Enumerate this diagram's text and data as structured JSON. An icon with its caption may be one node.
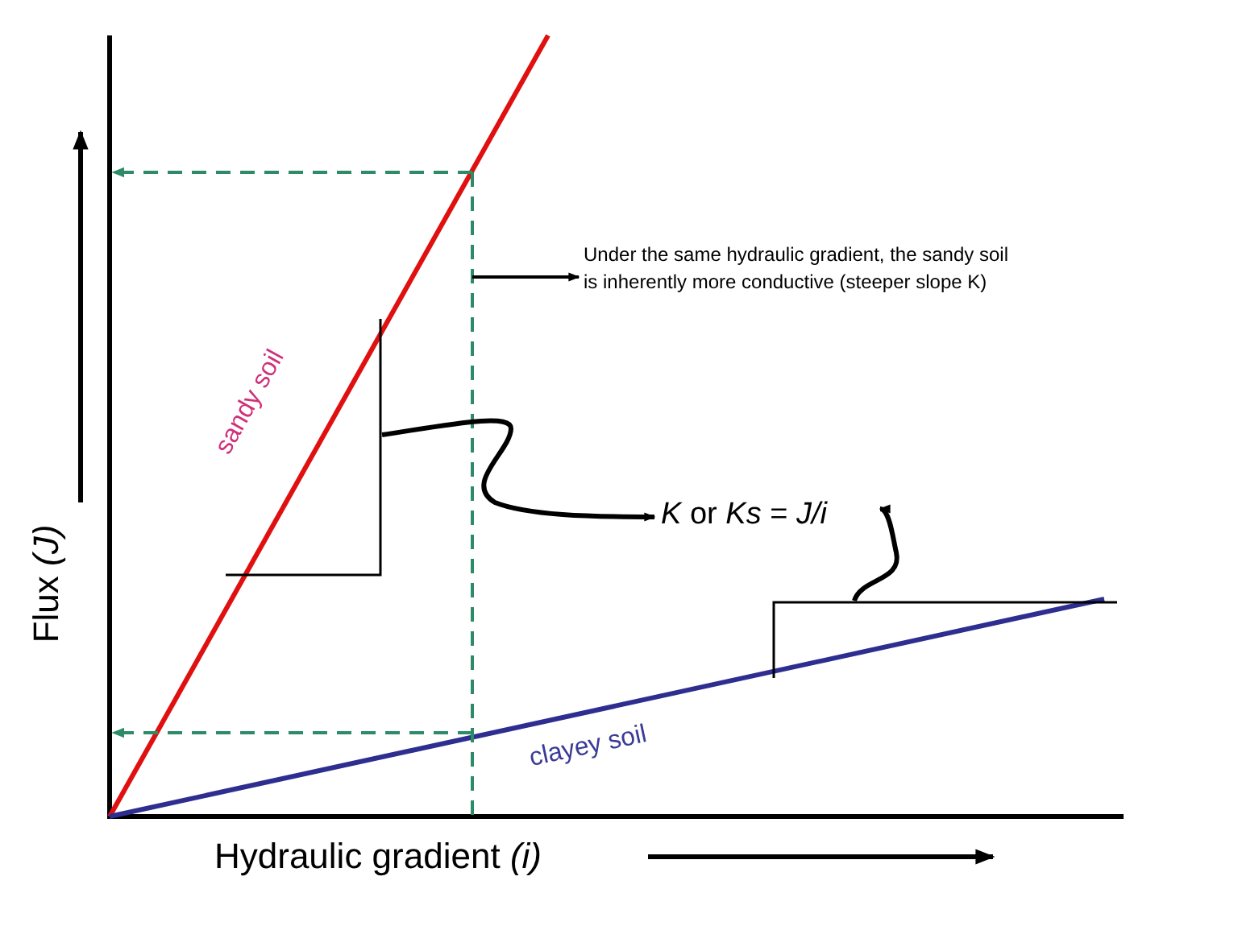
{
  "diagram": {
    "nodes": [
      {
        "text": [
          "Under the same hydraulic gradient, the sandy soil is inherently more conductive (steeper slope K)"
        ]
      },
      {
        "text": [
          "*K* or *Ks* = *J/i*"
        ]
      },
      {
        "text": [],
        "shape": "triangle"
      },
      {
        "text": [],
        "shape": "triangle"
      }
    ],
    "edges": [
      {
        "from": null,
        "to": 0,
        "arrow": "to"
      },
      {
        "from": 2,
        "to": 1,
        "arrow": "to"
      },
      {
        "from": 3,
        "to": 1,
        "arrow": "to"
      }
    ],
    "labels": [
      "sandy soil",
      "clayey soil",
      "Flux *(J)*",
      "Hydraulic gradient *(i)*"
    ]
  }
}
